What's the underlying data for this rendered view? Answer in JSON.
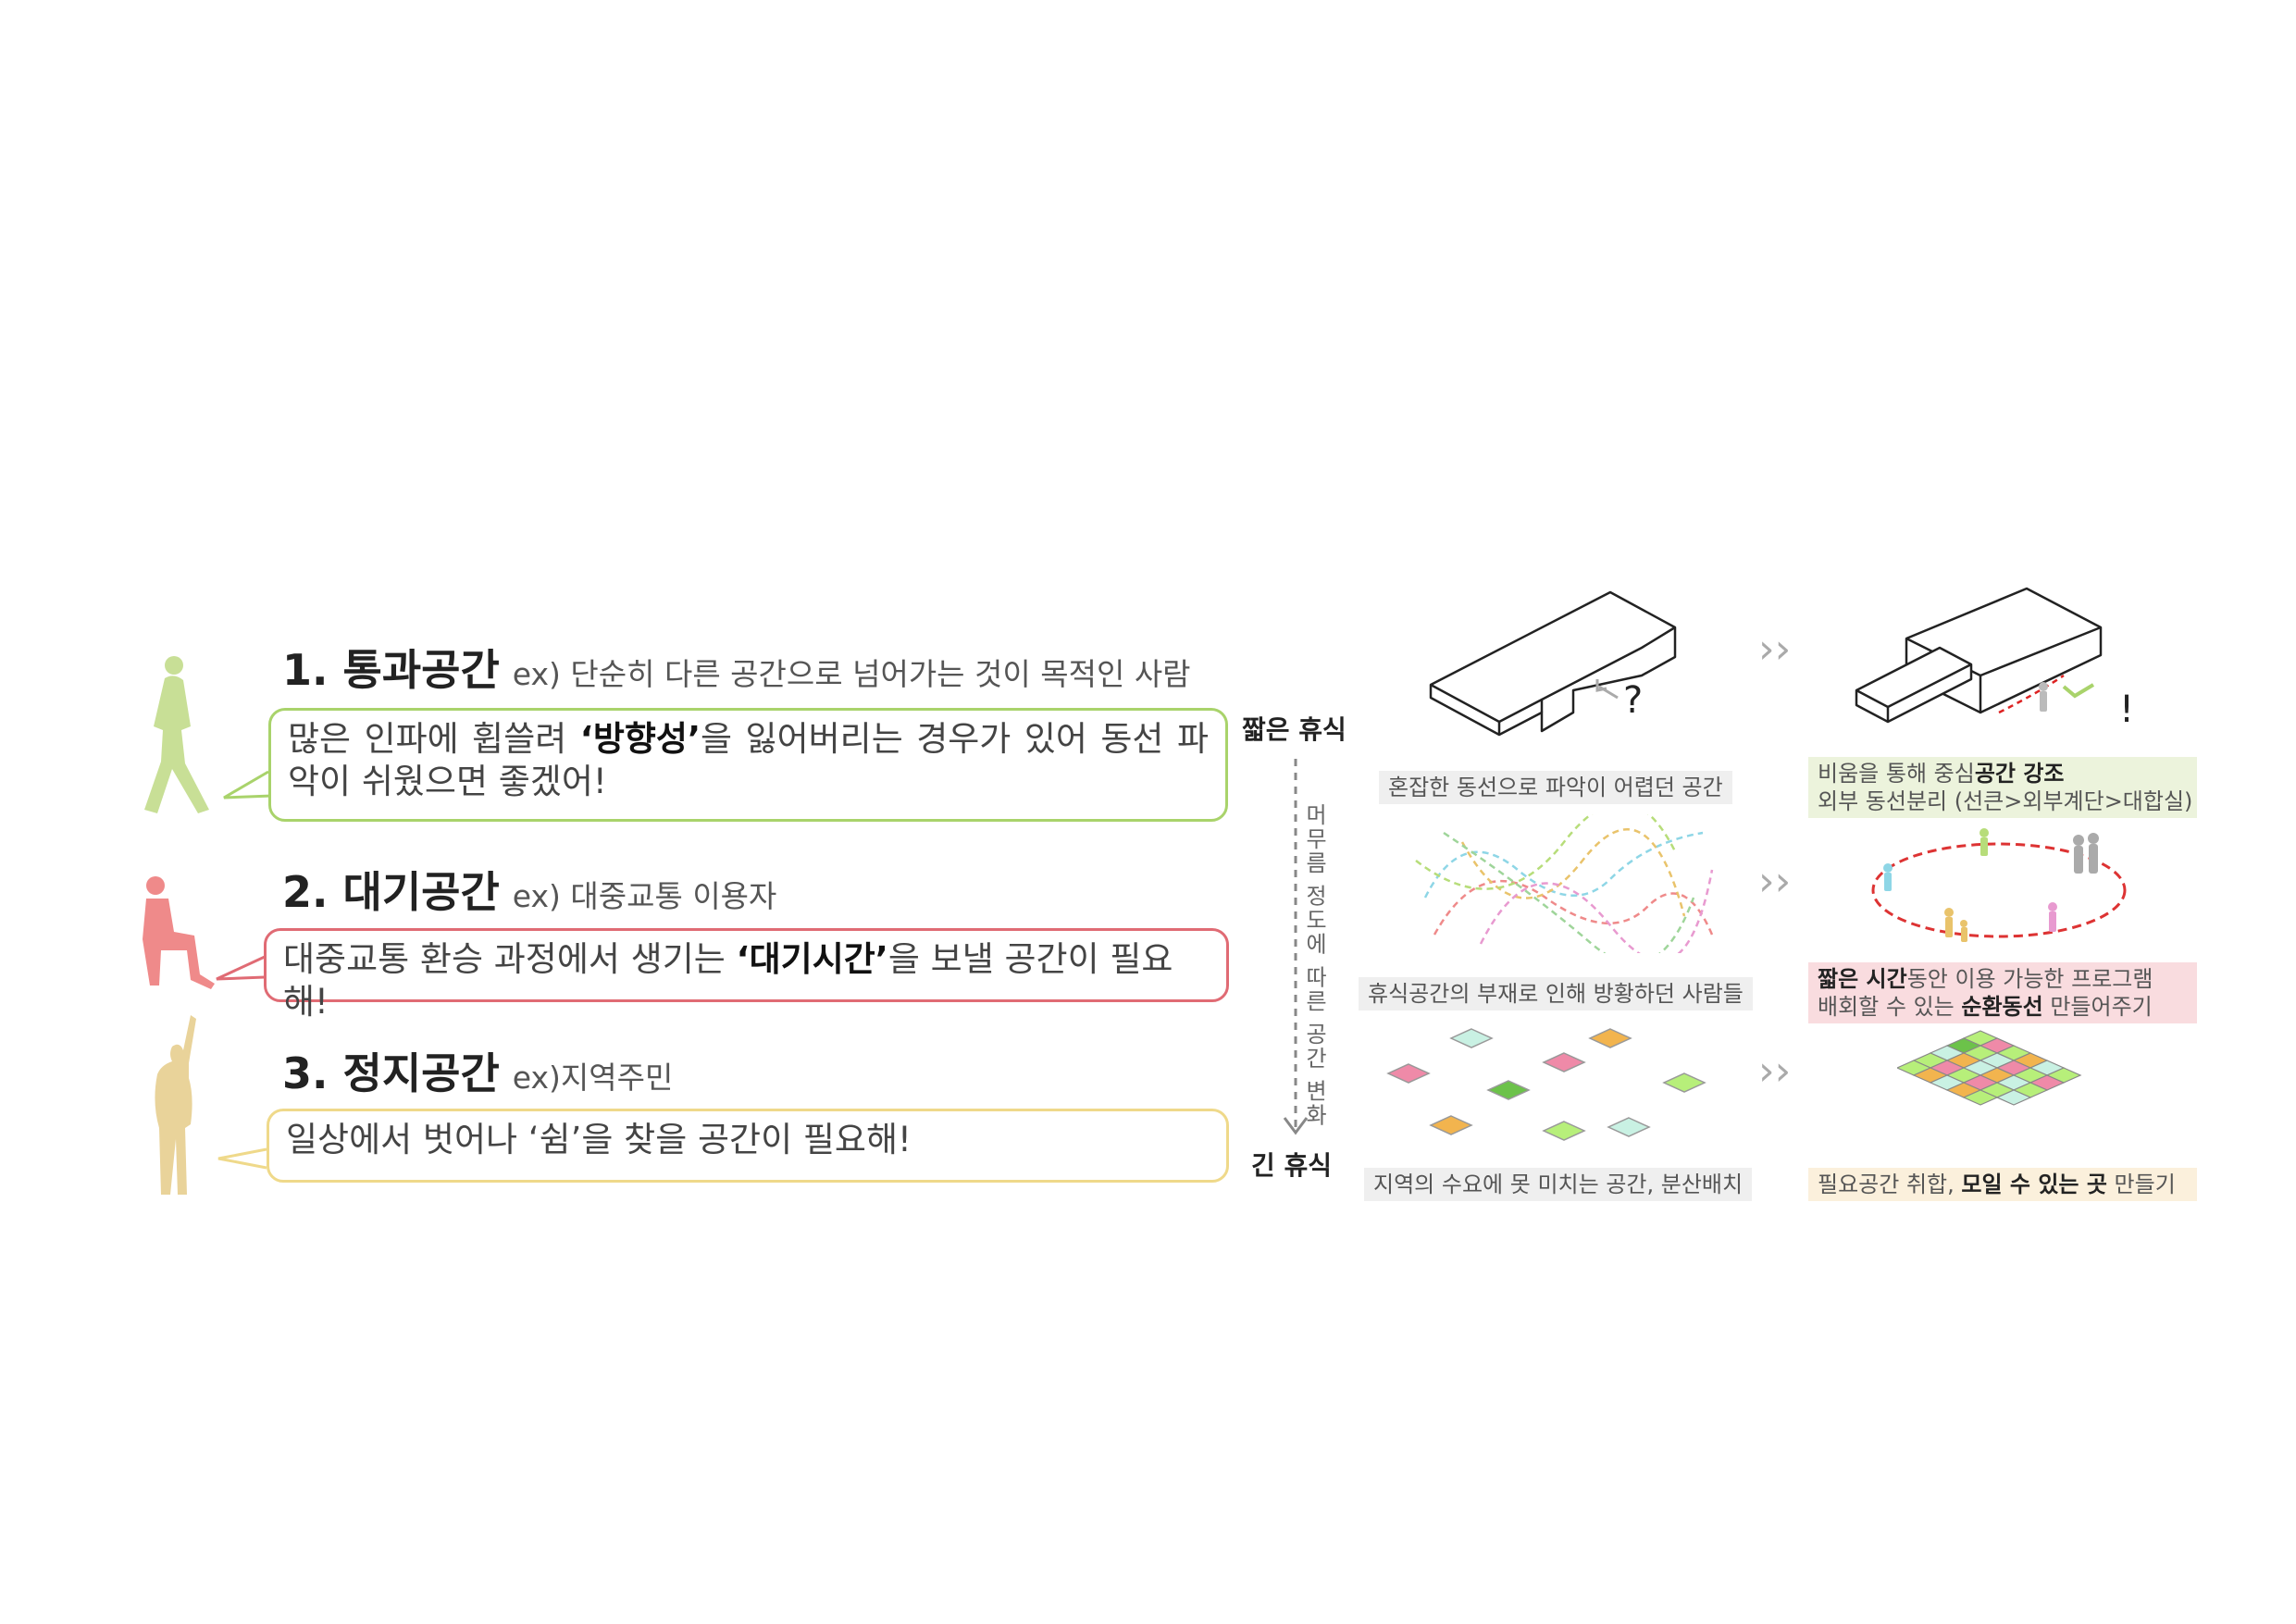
{
  "colors": {
    "green": "#a9d36b",
    "red": "#e06b74",
    "yellow": "#efd98a",
    "figure_green": "#c8df96",
    "figure_red": "#ef8a8a",
    "figure_yellow": "#e9d39a"
  },
  "categories": [
    {
      "num": "1. 통과공간",
      "ex": "ex) 단순히 다른 공간으로 넘어가는 것이 목적인 사람",
      "bubble_pre": "많은 인파에 휩쓸려 ",
      "bubble_bold": "‘방향성’",
      "bubble_post": "을 잃어버리는 경우가 있어 동선 파악이 쉬웠으면 좋겠어!",
      "figure_icon": "walking-person-icon"
    },
    {
      "num": "2. 대기공간",
      "ex": "ex) 대중교통 이용자",
      "bubble_pre": "대중교통 환승 과정에서 생기는 ",
      "bubble_bold": "‘대기시간’",
      "bubble_post": "을 보낼 공간이 필요해!",
      "figure_icon": "sitting-person-icon"
    },
    {
      "num": "3. 정지공간",
      "ex": "ex)지역주민",
      "bubble_pre": "일상에서 벗어나 ‘쉼’을 찾을 공간이 필요해!",
      "bubble_bold": "",
      "bubble_post": "",
      "figure_icon": "standing-person-icon"
    }
  ],
  "axis": {
    "top": "짧은 휴식",
    "bottom": "긴 휴식",
    "vertical": "머무름 정도에 따른 공간 변화"
  },
  "chevron": "››",
  "marks": {
    "question": "?",
    "exclaim": "!"
  },
  "captions": {
    "r1_left": "혼잡한 동선으로 파악이 어렵던 공간",
    "r1_right_l1_pre": "비움을 통해 중심",
    "r1_right_l1_bold": "공간 강조",
    "r1_right_l2": "외부 동선분리 (선큰>외부계단>대합실)",
    "r2_left": "휴식공간의 부재로 인해 방황하던 사람들",
    "r2_right_l1_bold": "짧은 시간",
    "r2_right_l1_post": "동안 이용 가능한 프로그램",
    "r2_right_l2_pre": "배회할 수 있는 ",
    "r2_right_l2_bold": "순환동선",
    "r2_right_l2_post": " 만들어주기",
    "r3_left": "지역의 수요에 못 미치는 공간, 분산배치",
    "r3_right_pre": "필요공간 취합, ",
    "r3_right_bold": "모일 수 있는 곳",
    "r3_right_post": " 만들기"
  }
}
